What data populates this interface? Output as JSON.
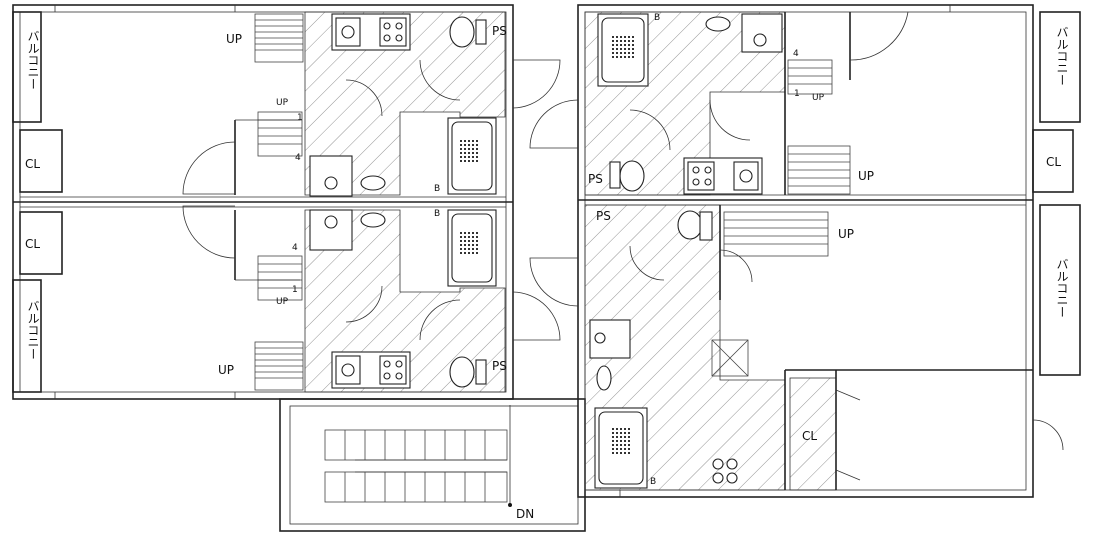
{
  "labels": {
    "balcony": "バルコニー",
    "closet": "CL",
    "pipe_space": "PS",
    "up": "UP",
    "down": "DN",
    "step_one": "1",
    "step_four": "4",
    "bath_mark": "B"
  },
  "units": [
    {
      "id": "unit-left-top",
      "rooms": [
        "balcony",
        "closet",
        "pipe_space",
        "up"
      ]
    },
    {
      "id": "unit-left-bottom",
      "rooms": [
        "balcony",
        "closet",
        "pipe_space",
        "up"
      ]
    },
    {
      "id": "unit-right-top",
      "rooms": [
        "balcony",
        "closet",
        "pipe_space",
        "up"
      ]
    },
    {
      "id": "unit-right-bottom",
      "rooms": [
        "balcony",
        "closet",
        "pipe_space",
        "up"
      ]
    }
  ]
}
